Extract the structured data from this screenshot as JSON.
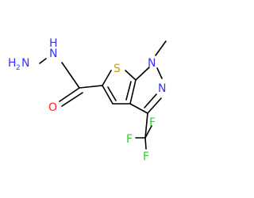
{
  "atoms": {
    "hn2": {
      "h": "H",
      "sub": "2",
      "n": "N",
      "color": "#3333ff"
    },
    "nh": {
      "text": "N",
      "h": "H",
      "color": "#3333ff"
    },
    "o": {
      "text": "O",
      "color": "#ff2020"
    },
    "s": {
      "text": "S",
      "color": "#c8a400"
    },
    "n1": {
      "text": "N",
      "color": "#3333ff"
    },
    "n2": {
      "text": "N",
      "color": "#3333ff"
    },
    "f_top": {
      "text": "F",
      "color": "#33cc33"
    },
    "f_left": {
      "text": "F",
      "color": "#33cc33"
    },
    "f_bottom": {
      "text": "F",
      "color": "#33cc33"
    }
  }
}
